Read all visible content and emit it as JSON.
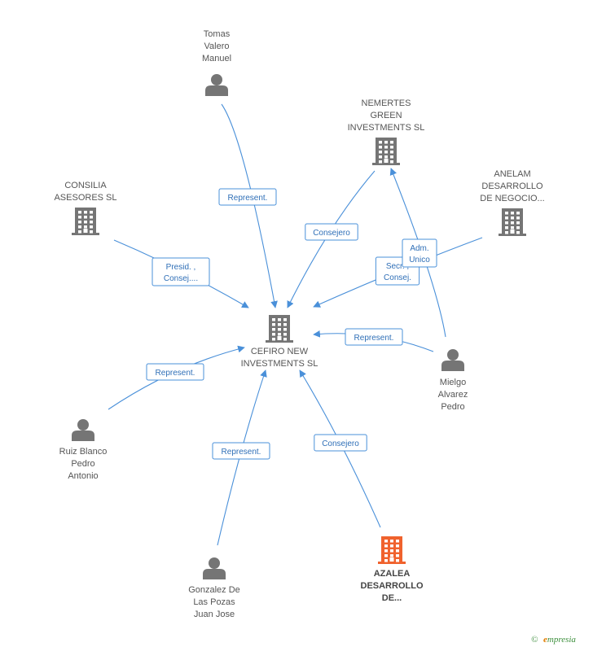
{
  "nodes": [
    {
      "id": "cefiro",
      "type": "company",
      "label_lines": [
        "CEFIRO NEW",
        "INVESTMENTS SL"
      ],
      "color": "#757575"
    },
    {
      "id": "tomas",
      "type": "person",
      "label_lines": [
        "Tomas",
        "Valero",
        "Manuel"
      ],
      "color": "#757575"
    },
    {
      "id": "nemertes",
      "type": "company",
      "label_lines": [
        "NEMERTES",
        "GREEN",
        "INVESTMENTS SL"
      ],
      "color": "#757575"
    },
    {
      "id": "consilia",
      "type": "company",
      "label_lines": [
        "CONSILIA",
        "ASESORES SL"
      ],
      "color": "#757575"
    },
    {
      "id": "anelam",
      "type": "company",
      "label_lines": [
        "ANELAM",
        "DESARROLLO",
        "DE NEGOCIO..."
      ],
      "color": "#757575"
    },
    {
      "id": "mielgo",
      "type": "person",
      "label_lines": [
        "Mielgo",
        "Alvarez",
        "Pedro"
      ],
      "color": "#757575"
    },
    {
      "id": "ruiz",
      "type": "person",
      "label_lines": [
        "Ruiz Blanco",
        "Pedro",
        "Antonio"
      ],
      "color": "#757575"
    },
    {
      "id": "gonzalez",
      "type": "person",
      "label_lines": [
        "Gonzalez De",
        "Las Pozas",
        "Juan Jose"
      ],
      "color": "#757575"
    },
    {
      "id": "azalea",
      "type": "company",
      "label_lines": [
        "AZALEA",
        "DESARROLLO",
        "DE..."
      ],
      "color": "#f0622d",
      "highlight": true
    }
  ],
  "edges": [
    {
      "from": "tomas",
      "to": "cefiro",
      "label_lines": [
        "Represent."
      ]
    },
    {
      "from": "nemertes",
      "to": "cefiro",
      "label_lines": [
        "Consejero"
      ]
    },
    {
      "from": "consilia",
      "to": "cefiro",
      "label_lines": [
        "Presid. ,",
        "Consej...."
      ]
    },
    {
      "from": "anelam",
      "to": "cefiro",
      "label_lines": [
        "Secr. ,",
        "Consej."
      ]
    },
    {
      "from": "mielgo",
      "to": "nemertes",
      "label_lines": [
        "Adm.",
        "Unico"
      ]
    },
    {
      "from": "mielgo",
      "to": "cefiro",
      "label_lines": [
        "Represent."
      ]
    },
    {
      "from": "ruiz",
      "to": "cefiro",
      "label_lines": [
        "Represent."
      ]
    },
    {
      "from": "gonzalez",
      "to": "cefiro",
      "label_lines": [
        "Represent."
      ]
    },
    {
      "from": "azalea",
      "to": "cefiro",
      "label_lines": [
        "Consejero"
      ]
    }
  ],
  "colors": {
    "edge": "#4a90d9",
    "edge_text": "#2f6fb7",
    "node": "#757575",
    "highlight": "#f0622d"
  },
  "footer": {
    "copyright_symbol": "©",
    "brand_initial": "e",
    "brand_rest": "mpresia"
  }
}
